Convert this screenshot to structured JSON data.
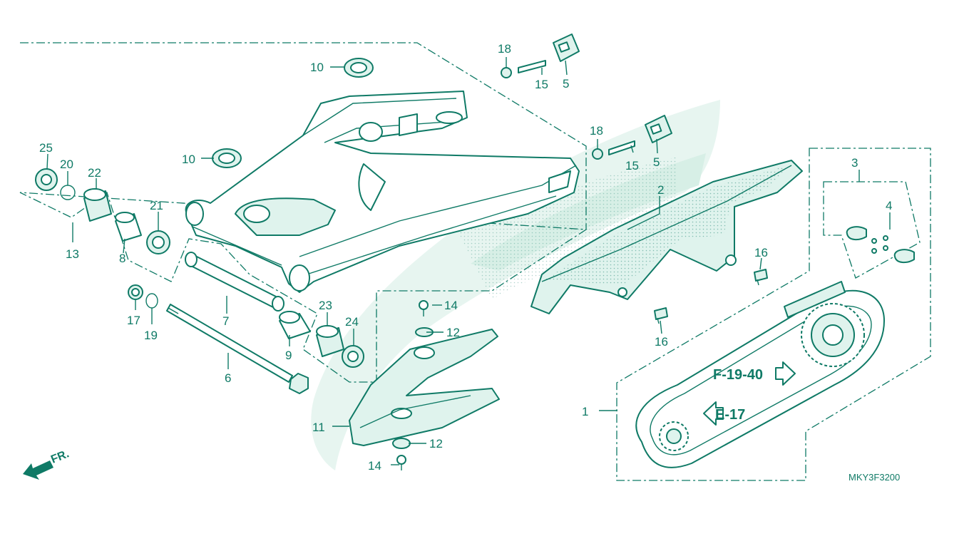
{
  "diagram": {
    "callouts": [
      {
        "id": "c1",
        "text": "1"
      },
      {
        "id": "c2",
        "text": "2"
      },
      {
        "id": "c3",
        "text": "3"
      },
      {
        "id": "c4",
        "text": "4"
      },
      {
        "id": "c5a",
        "text": "5"
      },
      {
        "id": "c5b",
        "text": "5"
      },
      {
        "id": "c6",
        "text": "6"
      },
      {
        "id": "c7",
        "text": "7"
      },
      {
        "id": "c8",
        "text": "8"
      },
      {
        "id": "c9",
        "text": "9"
      },
      {
        "id": "c10a",
        "text": "10"
      },
      {
        "id": "c10b",
        "text": "10"
      },
      {
        "id": "c11",
        "text": "11"
      },
      {
        "id": "c12a",
        "text": "12"
      },
      {
        "id": "c12b",
        "text": "12"
      },
      {
        "id": "c13",
        "text": "13"
      },
      {
        "id": "c14a",
        "text": "14"
      },
      {
        "id": "c14b",
        "text": "14"
      },
      {
        "id": "c15a",
        "text": "15"
      },
      {
        "id": "c15b",
        "text": "15"
      },
      {
        "id": "c16a",
        "text": "16"
      },
      {
        "id": "c16b",
        "text": "16"
      },
      {
        "id": "c17",
        "text": "17"
      },
      {
        "id": "c18a",
        "text": "18"
      },
      {
        "id": "c18b",
        "text": "18"
      },
      {
        "id": "c19",
        "text": "19"
      },
      {
        "id": "c20",
        "text": "20"
      },
      {
        "id": "c21",
        "text": "21"
      },
      {
        "id": "c22",
        "text": "22"
      },
      {
        "id": "c23",
        "text": "23"
      },
      {
        "id": "c24",
        "text": "24"
      },
      {
        "id": "c25",
        "text": "25"
      }
    ],
    "references": {
      "f19_40": "F-19-40",
      "e17": "E-17"
    },
    "front_indicator": "FR.",
    "diagram_code": "MKY3F3200",
    "colors": {
      "line": "#0f7a66",
      "watermark": "#e7f5f0",
      "fill": "#dff3ed"
    }
  }
}
